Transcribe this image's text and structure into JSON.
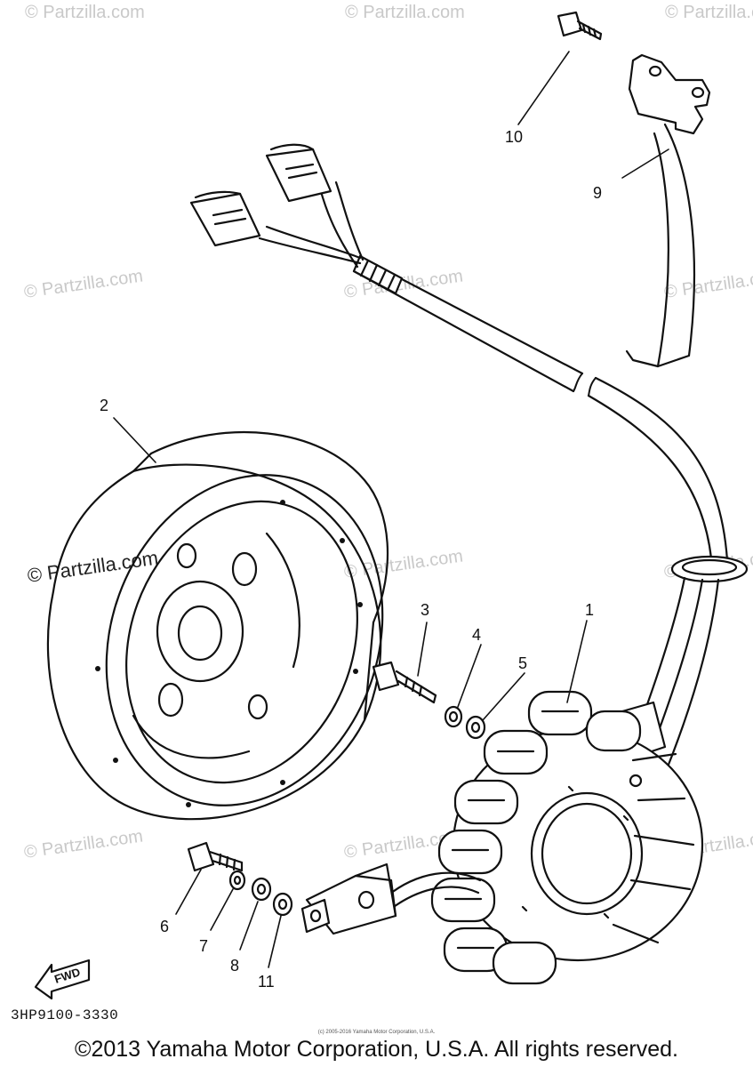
{
  "watermark": "© Partzilla.com",
  "fwd_label": "FWD",
  "part_code": "3HP9100-3330",
  "small_copyright": "(c) 2005-2016 Yamaha Motor Corporation, U.S.A.",
  "copyright": "©2013 Yamaha Motor Corporation, U.S.A. All rights reserved.",
  "callouts": {
    "c1": "1",
    "c2": "2",
    "c3": "3",
    "c4": "4",
    "c5": "5",
    "c6": "6",
    "c7": "7",
    "c8": "8",
    "c9": "9",
    "c10": "10",
    "c11": "11"
  }
}
